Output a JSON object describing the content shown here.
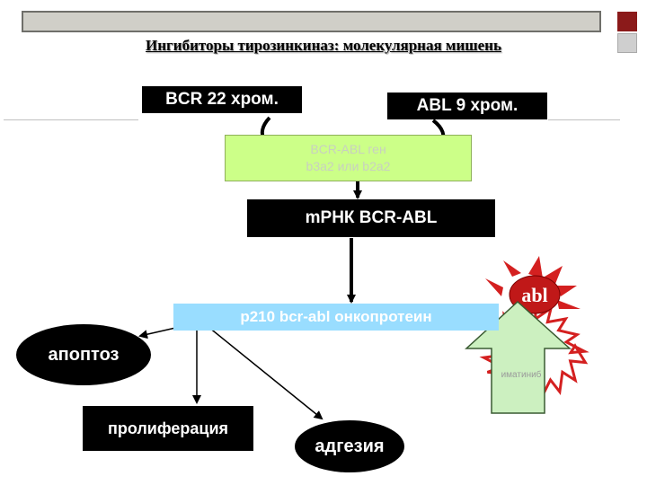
{
  "title": "Ингибиторы тирозинкиназ: молекулярная мишень",
  "nodes": {
    "bcr": "BCR 22 хром.",
    "abl": "ABL 9 хром.",
    "gene_line1": "BCR-ABL ген",
    "gene_line2": "b3a2 или b2a2",
    "mrna": "mРНК BCR-ABL",
    "oncoprotein": "p210 bcr-abl онкопротеин",
    "apoptosis": "апоптоз",
    "proliferation": "пролиферация",
    "adhesion": "адгезия",
    "abl_target": "abl",
    "drug": "иматиниб"
  },
  "colors": {
    "gene_box": "#ccff88",
    "oncoprotein_box": "#99ddff",
    "starburst": "#d42020",
    "drug_arrow": "#ccf0c0",
    "header_bar": "#d0cfc8",
    "header_accent": "#8b1a1a"
  }
}
